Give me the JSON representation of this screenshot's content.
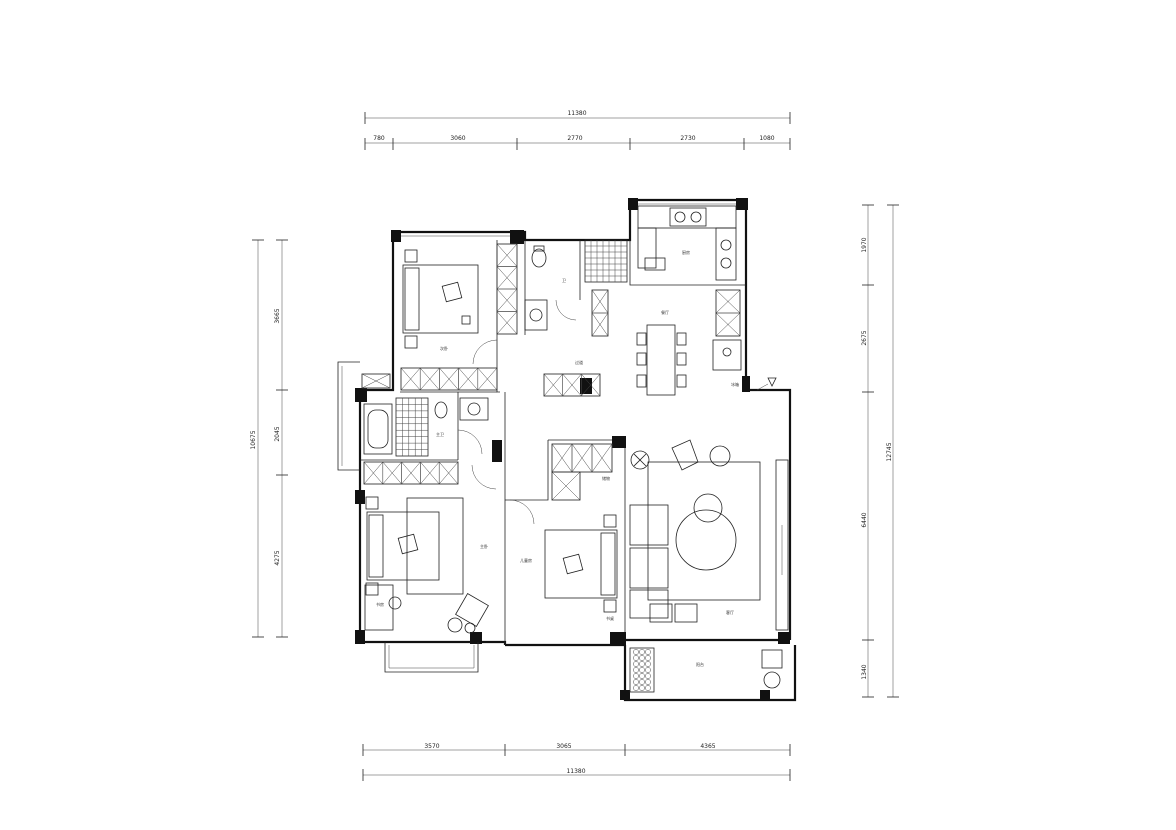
{
  "dimensions": {
    "top_total": "11380",
    "top_segments": [
      "780",
      "3060",
      "2770",
      "2730",
      "1080"
    ],
    "bottom_segments": [
      "3570",
      "3065",
      "4365"
    ],
    "bottom_total": "11380",
    "left_total": "10675",
    "left_segments": [
      "3665",
      "2045",
      "4275"
    ],
    "right_total": "12745",
    "right_segments": [
      "1970",
      "2675",
      "6440",
      "1340"
    ]
  },
  "rooms": {
    "second_bedroom": "次卧",
    "bathroom_upper": "卫",
    "kitchen": "厨房",
    "dining": "餐厅",
    "corridor": "过道",
    "bathroom_main": "主卫",
    "study": "书房",
    "master_bedroom": "主卧",
    "children_room": "儿童房",
    "living_room": "客厅",
    "balcony": "阳台",
    "desk": "书桌",
    "storage": "储物",
    "fridge": "冰箱"
  },
  "colors": {
    "line": "#111111",
    "background": "#ffffff"
  }
}
